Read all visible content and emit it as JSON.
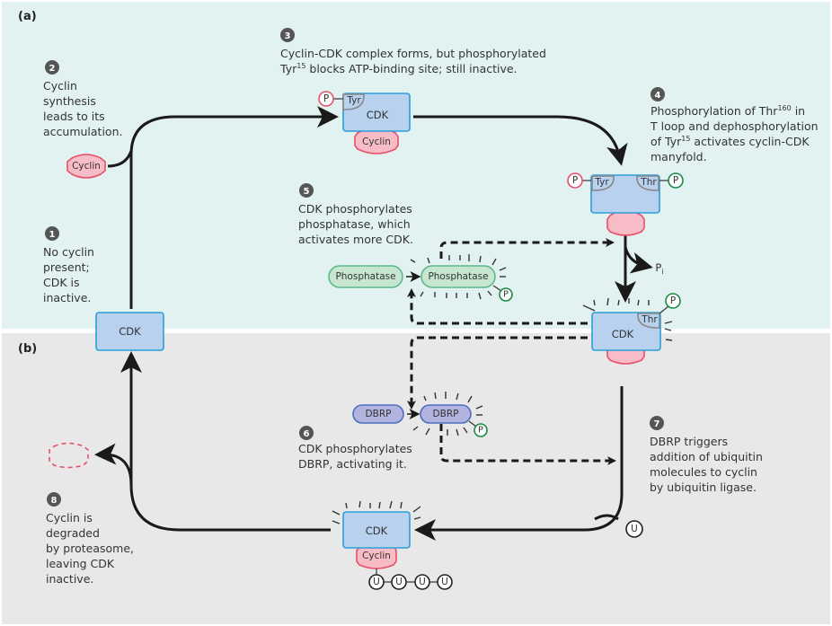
{
  "panels": {
    "a_label": "(a)",
    "b_label": "(b)"
  },
  "steps": [
    {
      "num": "1",
      "lines": [
        "No cyclin",
        "present;",
        "CDK is",
        "inactive."
      ]
    },
    {
      "num": "2",
      "lines": [
        "Cyclin",
        "synthesis",
        "leads to its",
        "accumulation."
      ]
    },
    {
      "num": "3",
      "line1": "Cyclin-CDK complex forms, but phosphorylated",
      "line2_pre": "Tyr",
      "line2_sup": "15",
      "line2_post": " blocks ATP-binding site; still inactive."
    },
    {
      "num": "4",
      "line1_pre": "Phosphorylation of Thr",
      "line1_sup": "160",
      "line1_post": " in",
      "line2": "T loop and dephosphorylation",
      "line3_pre": "of Tyr",
      "line3_sup": "15",
      "line3_post": "  activates cyclin-CDK",
      "line4": "manyfold."
    },
    {
      "num": "5",
      "lines": [
        "CDK phosphorylates",
        "phosphatase, which",
        "activates more CDK."
      ]
    },
    {
      "num": "6",
      "lines": [
        "CDK phosphorylates",
        "DBRP, activating it."
      ]
    },
    {
      "num": "7",
      "lines": [
        "DBRP triggers",
        "addition of ubiquitin",
        "molecules to cyclin",
        "by ubiquitin ligase."
      ]
    },
    {
      "num": "8",
      "lines": [
        "Cyclin is",
        "degraded",
        "by proteasome,",
        "leaving CDK",
        "inactive."
      ]
    }
  ],
  "molecules": {
    "cdk": "CDK",
    "cyclin": "Cyclin",
    "tyr": "Tyr",
    "thr": "Thr",
    "phosphate": "P",
    "phosphatase": "Phosphatase",
    "dbrp": "DBRP",
    "ubiquitin": "U",
    "pi_main": "P",
    "pi_sub": "i"
  },
  "colors": {
    "panel_a_bg": "#e1f2f1",
    "panel_b_bg": "#e8e8e8",
    "cdk_fill": "#b8d1ee",
    "cdk_stroke": "#2a9fd8",
    "cyclin_fill": "#f7bcc6",
    "cyclin_stroke": "#e8506a",
    "phosphatase_fill": "#c7e6d0",
    "dbrp_fill": "#b3b3e0",
    "phosphate_inhibitory": "#e8506a",
    "phosphate_activating": "#1a8a45"
  }
}
